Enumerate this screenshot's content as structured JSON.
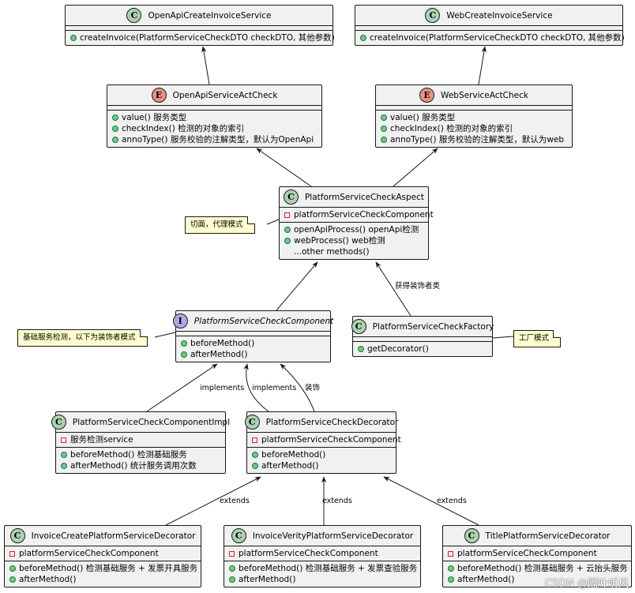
{
  "classes": {
    "openapi_create": {
      "stereotype": "C",
      "name": "OpenApiCreateInvoiceService",
      "methods": [
        "createInvoice(PlatformServiceCheckDTO checkDTO, 其他参数)"
      ]
    },
    "web_create": {
      "stereotype": "C",
      "name": "WebCreateInvoiceService",
      "methods": [
        "createInvoice(PlatformServiceCheckDTO checkDTO, 其他参数)"
      ]
    },
    "openapi_check": {
      "stereotype": "E",
      "name": "OpenApiServiceActCheck",
      "methods": [
        "value() 服务类型",
        "checkIndex() 检测的对象的索引",
        "annoType() 服务校验的注解类型，默认为OpenApi"
      ]
    },
    "web_check": {
      "stereotype": "E",
      "name": "WebServiceActCheck",
      "methods": [
        "value() 服务类型",
        "checkIndex() 检测的对象的索引",
        "annoType() 服务校验的注解类型，默认为web"
      ]
    },
    "aspect": {
      "stereotype": "C",
      "name": "PlatformServiceCheckAspect",
      "fields": [
        "platformServiceCheckComponent"
      ],
      "methods": [
        "openApiProcess() openApi检测",
        "webProcess() web检测",
        "...other methods()"
      ]
    },
    "component": {
      "stereotype": "I",
      "name": "PlatformServiceCheckComponent",
      "methods": [
        "beforeMethod()",
        "afterMethod()"
      ]
    },
    "factory": {
      "stereotype": "C",
      "name": "PlatformServiceCheckFactory",
      "methods": [
        "getDecorator()"
      ]
    },
    "impl": {
      "stereotype": "C",
      "name": "PlatformServiceCheckComponentImpl",
      "fields": [
        "服务检测service"
      ],
      "methods": [
        "beforeMethod() 检测基础服务",
        "afterMethod() 统计服务调用次数"
      ]
    },
    "decorator": {
      "stereotype": "C",
      "name": "PlatformServiceCheckDecorator",
      "fields": [
        "platformServiceCheckComponent"
      ],
      "methods": [
        "beforeMethod()",
        "afterMethod()"
      ]
    },
    "invoice_create": {
      "stereotype": "C",
      "name": "InvoiceCreatePlatformServiceDecorator",
      "fields": [
        "platformServiceCheckComponent"
      ],
      "methods": [
        "beforeMethod() 检测基础服务 + 发票开具服务",
        "afterMethod()"
      ]
    },
    "invoice_verity": {
      "stereotype": "C",
      "name": "InvoiceVerityPlatformServiceDecorator",
      "fields": [
        "platformServiceCheckComponent"
      ],
      "methods": [
        "beforeMethod() 检测基础服务 + 发票查验服务",
        "afterMethod()"
      ]
    },
    "title": {
      "stereotype": "C",
      "name": "TitlePlatformServiceDecorator",
      "fields": [
        "platformServiceCheckComponent"
      ],
      "methods": [
        "beforeMethod() 检测基础服务 + 云抬头服务",
        "afterMethod()"
      ]
    }
  },
  "notes": {
    "aspect_note": "切面，代理模式",
    "component_note": "基础服务检测，以下为装饰者模式",
    "factory_note": "工厂模式"
  },
  "edge_labels": {
    "factory_to_aspect": "获得装饰者类",
    "impl_implements": "implements",
    "decorator_implements": "implements",
    "decorator_decorates": "装饰",
    "extends_1": "extends",
    "extends_2": "extends",
    "extends_3": "extends"
  },
  "watermark": "CSDN @隔叶听风"
}
